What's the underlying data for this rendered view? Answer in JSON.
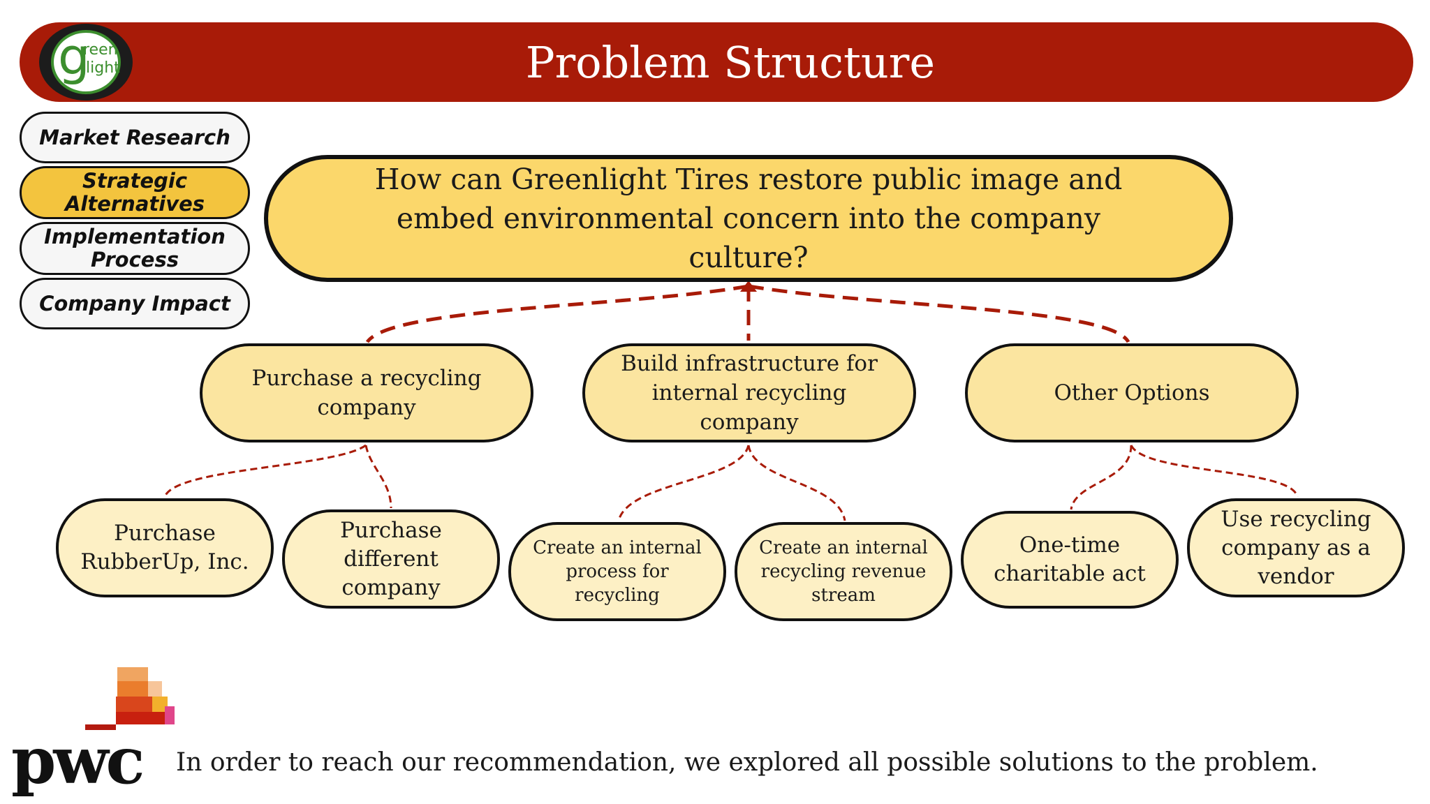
{
  "title": "Problem Structure",
  "logo": {
    "letter": "g",
    "word_top": "reen",
    "word_bottom": "light"
  },
  "nav": [
    {
      "lines": [
        "Market Research"
      ],
      "active": false
    },
    {
      "lines": [
        "Strategic",
        "Alternatives"
      ],
      "active": true
    },
    {
      "lines": [
        "Implementation",
        "Process"
      ],
      "active": false
    },
    {
      "lines": [
        "Company Impact"
      ],
      "active": false
    }
  ],
  "question": "How can Greenlight Tires restore public image and embed environmental concern into the company culture?",
  "options": [
    {
      "label": "Purchase a recycling company",
      "children": [
        "Purchase RubberUp, Inc.",
        "Purchase different company"
      ]
    },
    {
      "label": "Build infrastructure for internal recycling company",
      "children": [
        "Create an internal process for recycling",
        "Create an internal recycling revenue stream"
      ]
    },
    {
      "label": "Other Options",
      "children": [
        "One-time charitable act",
        "Use recycling company as a vendor"
      ]
    }
  ],
  "footer": {
    "brand": "pwc",
    "caption": "In order to reach our recommendation, we explored all possible solutions to the problem."
  },
  "colors": {
    "banner": "#a81b08",
    "question_fill": "#fbd76b",
    "option_fill": "#fbe5a0",
    "leaf_fill": "#fdf0c5",
    "nav_active": "#f3c43e",
    "connector": "#a81b08"
  }
}
